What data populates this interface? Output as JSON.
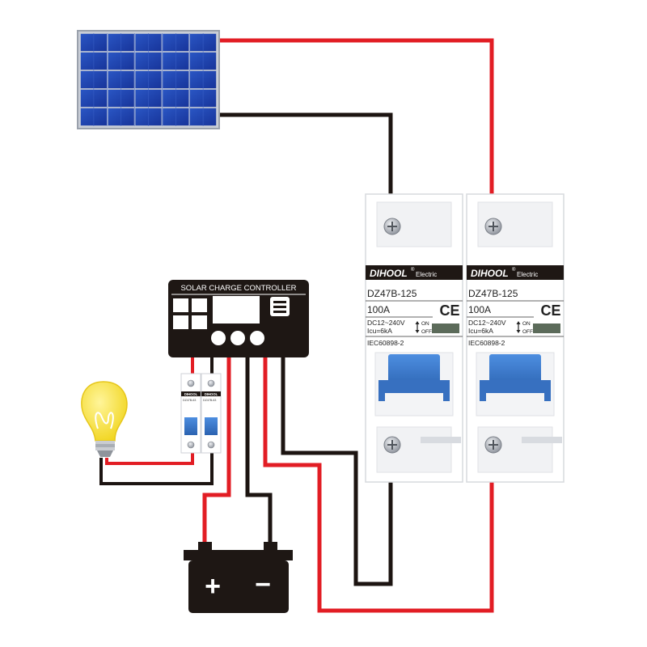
{
  "controller": {
    "title": "SOLAR CHARGE CONTROLLER"
  },
  "main_breaker": {
    "brand": "DIHOOL",
    "brand_mark": "®",
    "brand_suffix": "Electric",
    "model": "DZ47B-125",
    "rating": "100A",
    "voltage": "DC12~240V",
    "icu": "Icu=6kA",
    "standard": "IEC60898-2",
    "on_label": "ON",
    "off_label": "OFF",
    "ce_mark": "CE"
  },
  "small_breaker": {
    "brand": "DIHOOL",
    "model": "DZ47B-63"
  },
  "battery": {
    "plus": "+",
    "minus": "−"
  },
  "colors": {
    "positive_wire": "#e21d24",
    "negative_wire": "#1c1411",
    "panel_blue": "#1f3f9a",
    "breaker_handle": "#3c7bcc",
    "bulb_yellow": "#f5e02a"
  }
}
